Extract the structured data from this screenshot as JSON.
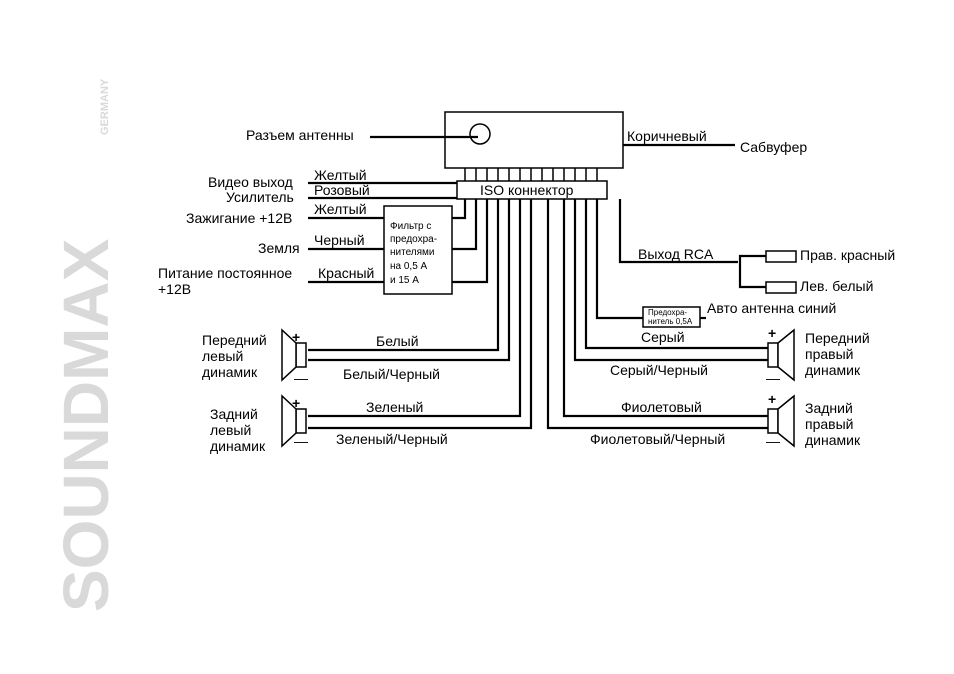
{
  "brand": {
    "name": "SOUNDMAX",
    "sub": "GERMANY",
    "color": "#d9d9d9"
  },
  "head_unit": {
    "antenna_label": "Разъем антенны",
    "iso_label": "ISO коннектор"
  },
  "filter": {
    "lines": [
      "Фильтр с",
      "предохра-",
      "нителями",
      "на 0,5 А",
      "и 15 А"
    ]
  },
  "wires": {
    "brown": "Коричневый",
    "subwoofer": "Сабвуфер",
    "video_out": "Видео выход",
    "yellow1": "Желтый",
    "amplifier": "Усилитель",
    "pink": "Розовый",
    "yellow2": "Желтый",
    "ignition": "Зажигание +12В",
    "ground": "Земля",
    "black": "Черный",
    "power_line1": "Питание постоянное",
    "power_line2": "+12В",
    "red": "Красный",
    "rca_out": "Выход RCA",
    "rca_right": "Прав. красный",
    "rca_left": "Лев. белый",
    "fuse_line1": "Предохра-",
    "fuse_line2": "нитель 0,5А",
    "auto_antenna": "Авто антенна синий",
    "white": "Белый",
    "white_black": "Белый/Черный",
    "green": "Зеленый",
    "green_black": "Зеленый/Черный",
    "grey": "Серый",
    "grey_black": "Серый/Черный",
    "violet": "Фиолетовый",
    "violet_black": "Фиолетовый/Черный"
  },
  "speakers": {
    "front_left": [
      "Передний",
      "левый",
      "динамик"
    ],
    "rear_left": [
      "Задний",
      "левый",
      "динамик"
    ],
    "front_right": [
      "Передний",
      "правый",
      "динамик"
    ],
    "rear_right": [
      "Задний",
      "правый",
      "динамик"
    ],
    "plus": "+",
    "minus": "—"
  }
}
